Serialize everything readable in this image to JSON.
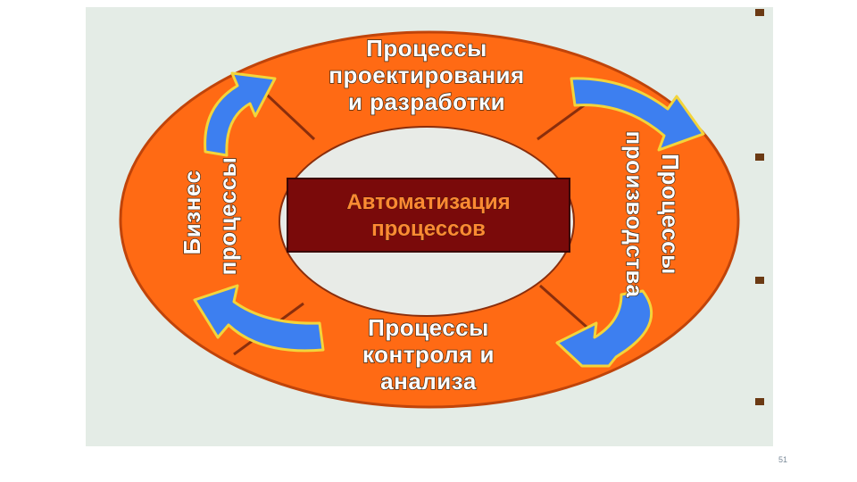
{
  "diagram": {
    "segments": {
      "top": [
        "Процессы",
        "проектирования",
        "и разработки"
      ],
      "right": [
        "Процессы",
        "производства"
      ],
      "bottom": [
        "Процессы",
        "контроля и",
        "анализа"
      ],
      "left": [
        "Бизнес",
        "процессы"
      ]
    },
    "center": [
      "Автоматизация",
      "процессов"
    ],
    "colors": {
      "ring": "#ff6a14",
      "ring_outline": "#c0440a",
      "divider": "#8a2e0c",
      "center_box": "#7a0a0a",
      "center_text": "#ff8a33",
      "arrow": "#3d7ff0",
      "arrow_outline": "#f3d43a",
      "panel": "#e4ece6"
    },
    "arrows": [
      "arrow-top-left",
      "arrow-top-right",
      "arrow-bottom-right",
      "arrow-bottom-left"
    ]
  },
  "slide": {
    "page_number": "51"
  }
}
